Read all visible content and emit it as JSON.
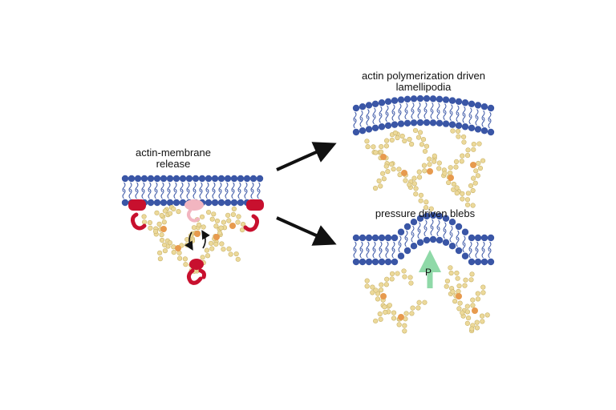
{
  "labels": {
    "release_line1": "actin-membrane",
    "release_line2": "release",
    "lamellipodia_line1": "actin polymerization driven",
    "lamellipodia_line2": "lamellipodia",
    "blebs": "pressure driven blebs",
    "pressure": "P"
  },
  "colors": {
    "lipid_head": "#3a56a6",
    "lipid_tail": "#3a56a6",
    "actin_bead": "#ecd99a",
    "actin_stroke": "#c9b36a",
    "arp_node": "#e79a4e",
    "linker_protein": "#c8102e",
    "linker_faded": "#f2b5c0",
    "pressure_arrow": "#8fd9a8",
    "arrow": "#111111"
  }
}
